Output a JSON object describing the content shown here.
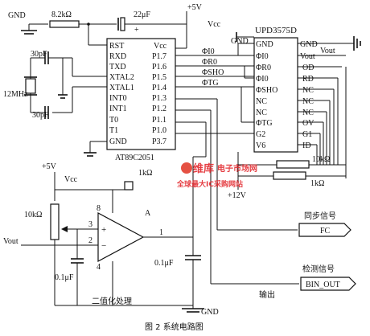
{
  "figure": {
    "caption": "图 2   系统电路图"
  },
  "mcu": {
    "part": "AT89C2051",
    "left_pins": [
      "RST",
      "RXD",
      "TXD",
      "XTAL2",
      "XTAL1",
      "INT0",
      "INT1",
      "T0",
      "T1",
      "GND"
    ],
    "right_pins": [
      "Vcc",
      "P1.7",
      "P1.6",
      "P1.5",
      "P1.4",
      "P1.3",
      "P1.2",
      "P1.1",
      "P1.0",
      "P3.7"
    ]
  },
  "sensor": {
    "part": "UPD3575D",
    "left_pins": [
      "GND",
      "ΦI0",
      "ΦR0",
      "ΦI0",
      "ΦSHO",
      "NC",
      "NC",
      "ΦTG",
      "G2",
      "V6"
    ],
    "right_pins": [
      "GND",
      "Vout",
      "OD",
      "RD",
      "NC",
      "NC",
      "NC",
      "OV",
      "G1",
      "ID"
    ]
  },
  "signals": {
    "phi_i0": "ΦI0",
    "phi_r0": "ΦR0",
    "phi_sho": "ΦSHO",
    "phi_tg": "ΦTG"
  },
  "components": {
    "r_rst": "8.2kΩ",
    "c_rst": "22μF",
    "c_x1": "30pF",
    "c_x2": "30pF",
    "crystal": "12MHz",
    "r_id": "10kΩ",
    "r_g1": "1kΩ",
    "pot": "10kΩ",
    "c_pot": "0.1μF",
    "c_out": "0.1μF",
    "r_amp": "1kΩ"
  },
  "power": {
    "plus5v_top": "+5V",
    "vcc_top": "Vcc",
    "plus5v_left": "+5V",
    "vcc_left": "Vcc",
    "plus12v": "+12V"
  },
  "nets": {
    "gnd_tl": "GND",
    "gnd_ccd": "GND",
    "gnd_bottom": "GND",
    "vout_right": "Vout",
    "vout_left": "Vout"
  },
  "comparator": {
    "name": "A",
    "pin_plus": "+",
    "pin_minus": "−",
    "pin8": "8",
    "pin3": "3",
    "pin2": "2",
    "pin4": "4",
    "pin1": "1",
    "label": "二值化处理"
  },
  "outputs": {
    "sync_label": "同步信号",
    "sync_tag": "FC",
    "detect_label": "检测信号",
    "detect_tag": "BIN_OUT",
    "output_label": "输出"
  },
  "watermark": {
    "brand": "维库",
    "site": "电子市场网",
    "tagline": "全球最大IC采购网站"
  }
}
